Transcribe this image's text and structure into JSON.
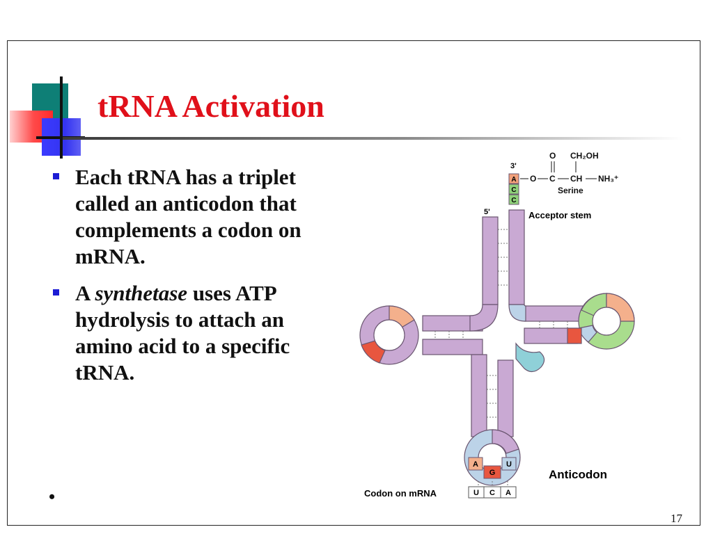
{
  "slide": {
    "title": "tRNA Activation",
    "page_number": "17",
    "bullets": [
      {
        "text": "Each tRNA has a triplet called an anticodon that complements a codon on mRNA."
      },
      {
        "prefix": "A ",
        "emphasis": "synthetase",
        "suffix": " uses ATP hydrolysis to attach an amino acid to a specific tRNA."
      }
    ],
    "empty_bullet": "•"
  },
  "diagram": {
    "end_3": "3'",
    "end_5": "5'",
    "acceptor_bases": [
      "A",
      "C",
      "C"
    ],
    "acceptor_label": "Acceptor stem",
    "amino_acid": {
      "name": "Serine",
      "o": "O",
      "bond_o": "O",
      "c": "C",
      "ch": "CH",
      "side_chain": "CH₂OH",
      "amine": "NH₃⁺"
    },
    "anticodon_bases": [
      "A",
      "G",
      "U"
    ],
    "anticodon_label": "Anticodon",
    "codon_label": "Codon on mRNA",
    "codon_bases": [
      "U",
      "C",
      "A"
    ]
  },
  "colors": {
    "title": "#e0101a",
    "bullet_marker": "#1c1cd4",
    "trna_body": "#c9a9d3",
    "loop_orange": "#f4b08c",
    "loop_red": "#e8563f",
    "loop_green": "#a9dd8d",
    "loop_blue": "#bcd3e8",
    "loop_teal": "#8fd0d8",
    "acceptor_A": "#f2a07a",
    "acceptor_C": "#8fd17a"
  }
}
